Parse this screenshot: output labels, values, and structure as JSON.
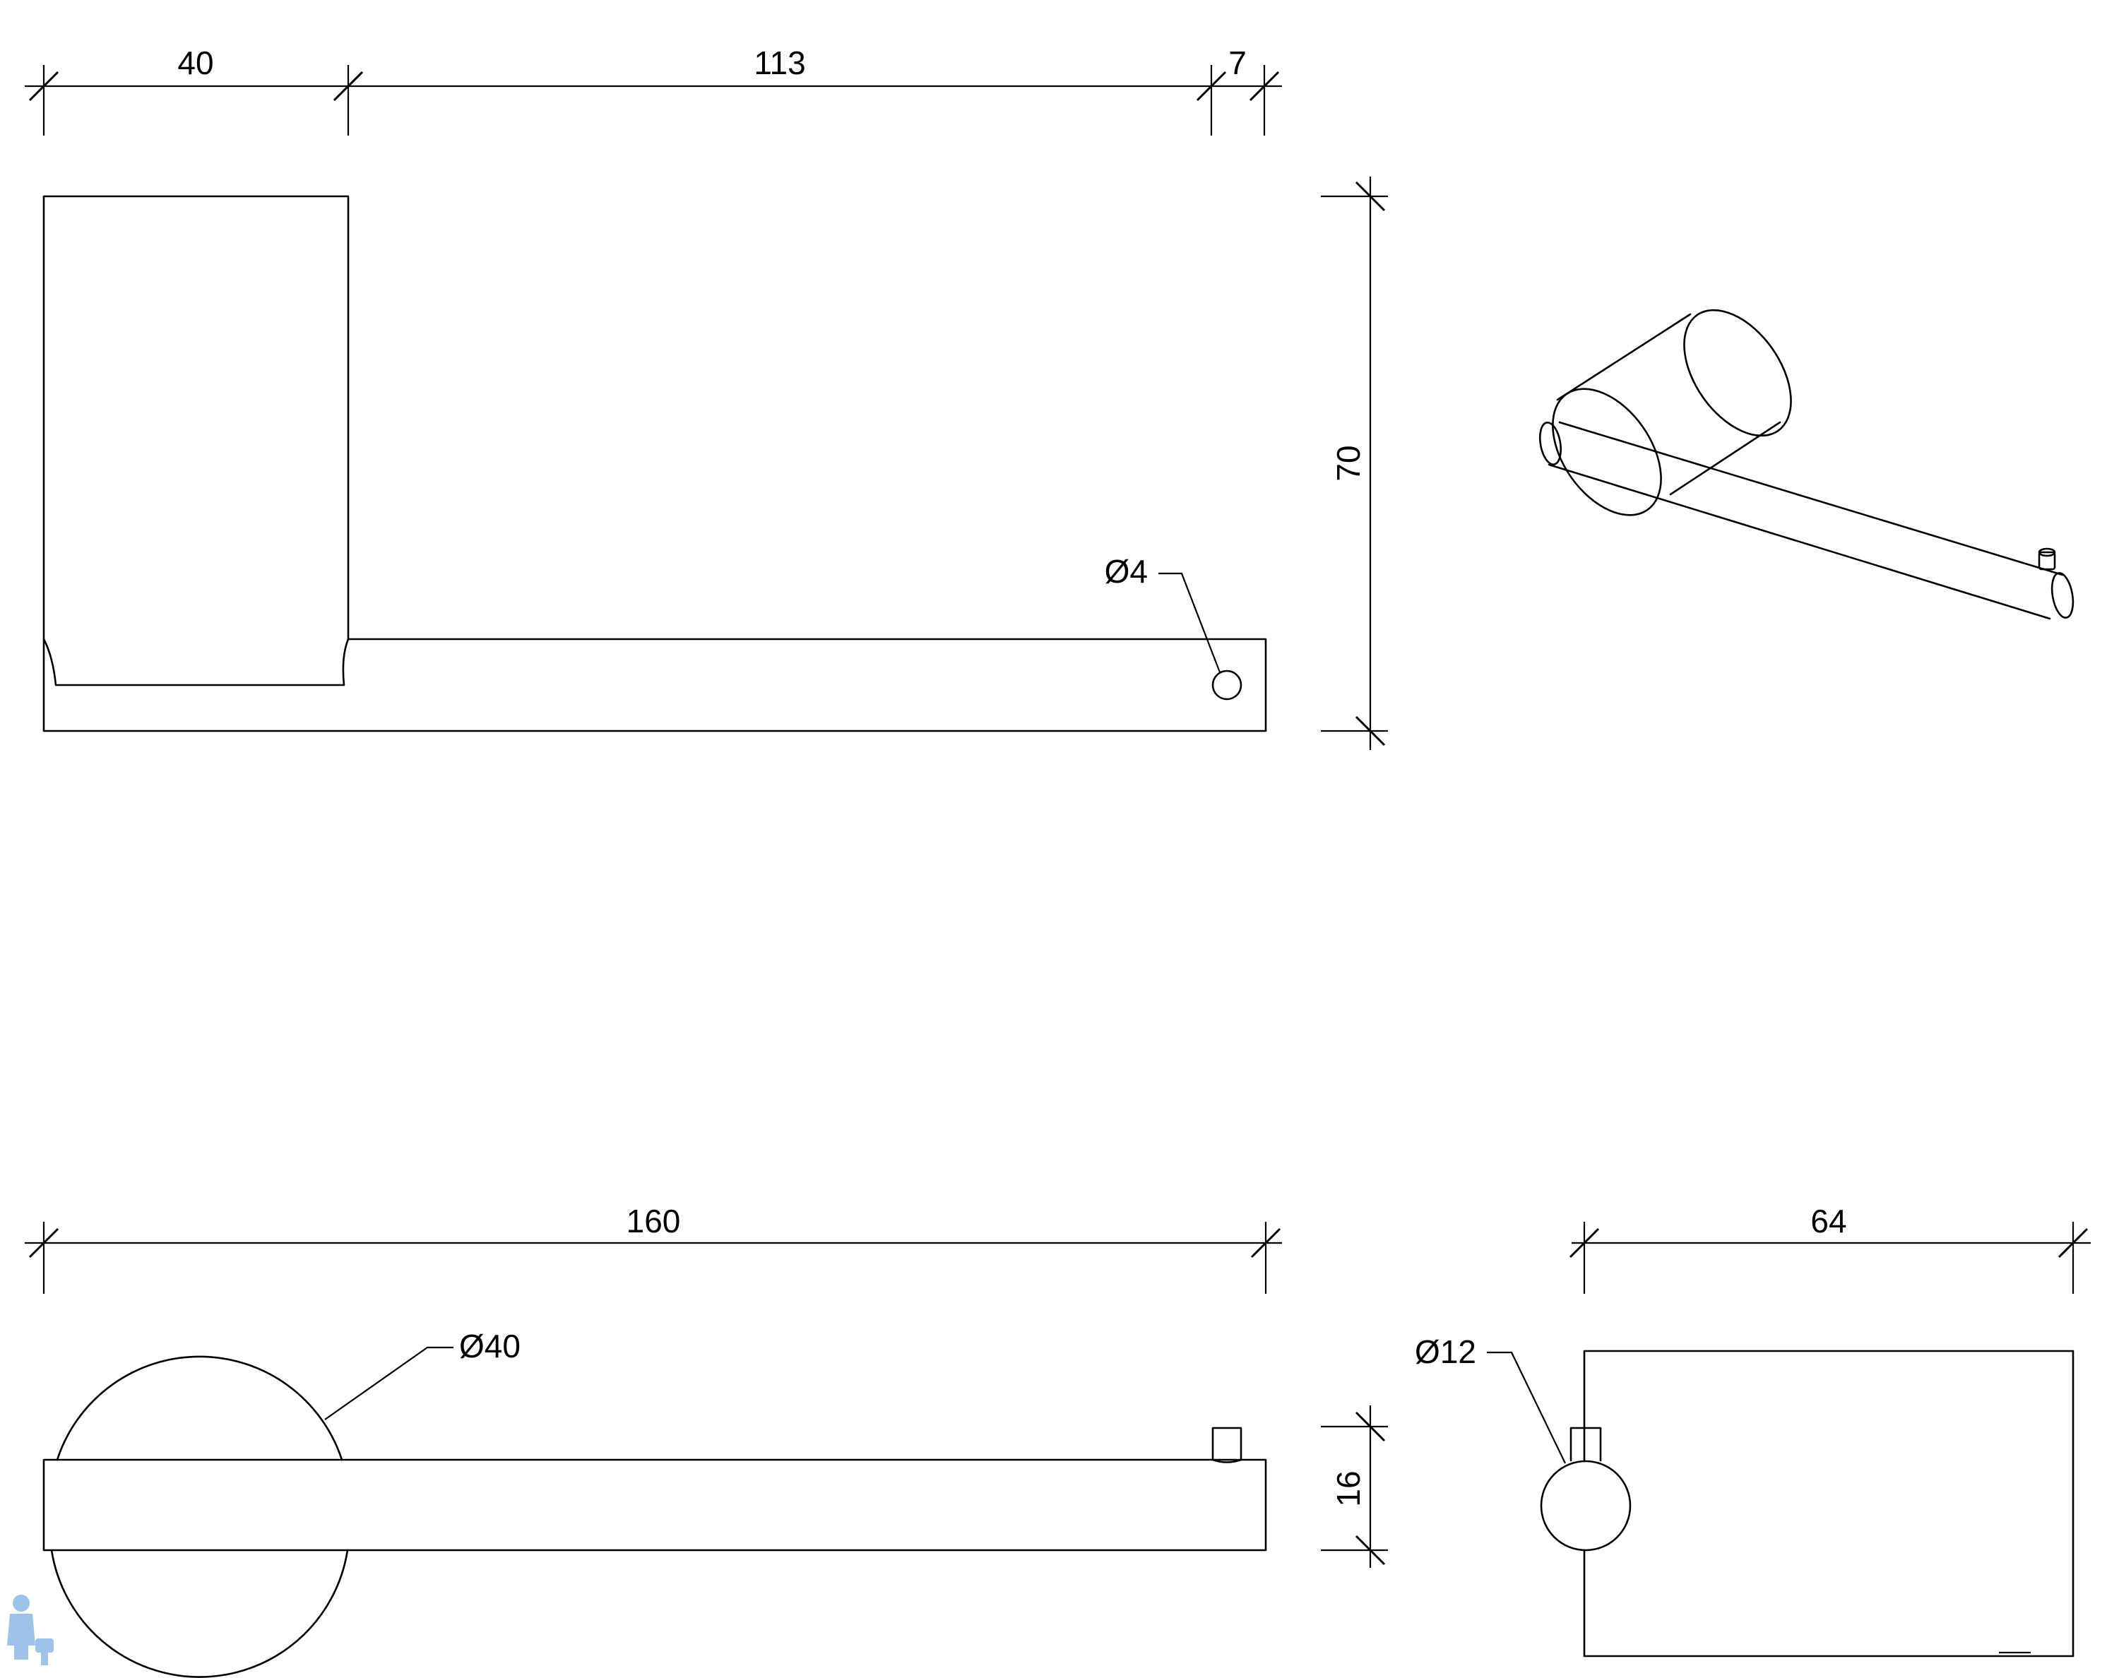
{
  "front_view": {
    "dim_width_left": "40",
    "dim_width_middle": "113",
    "dim_width_right": "7",
    "dim_height": "70",
    "pin_diameter": "Ø4"
  },
  "top_view": {
    "dim_length": "160",
    "plate_diameter": "Ø40",
    "dim_bar_height": "16"
  },
  "side_view": {
    "dim_depth": "64",
    "bar_diameter": "Ø12"
  },
  "colors": {
    "line": "#000000",
    "background": "#ffffff",
    "logo": "#9ec3ea"
  }
}
